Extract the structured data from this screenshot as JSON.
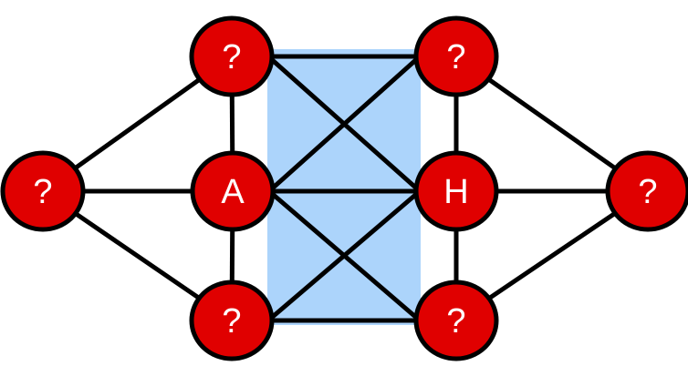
{
  "diagram": {
    "nodes": [
      {
        "id": "left",
        "label": "?"
      },
      {
        "id": "top-left",
        "label": "?"
      },
      {
        "id": "a",
        "label": "A"
      },
      {
        "id": "bottom-left",
        "label": "?"
      },
      {
        "id": "top-right",
        "label": "?"
      },
      {
        "id": "h",
        "label": "H"
      },
      {
        "id": "bottom-right",
        "label": "?"
      },
      {
        "id": "right",
        "label": "?"
      }
    ],
    "edges": [
      [
        "left",
        "top-left"
      ],
      [
        "left",
        "a"
      ],
      [
        "left",
        "bottom-left"
      ],
      [
        "top-left",
        "a"
      ],
      [
        "a",
        "bottom-left"
      ],
      [
        "top-left",
        "top-right"
      ],
      [
        "bottom-left",
        "bottom-right"
      ],
      [
        "a",
        "h"
      ],
      [
        "top-left",
        "h"
      ],
      [
        "a",
        "top-right"
      ],
      [
        "a",
        "bottom-right"
      ],
      [
        "bottom-left",
        "h"
      ],
      [
        "top-right",
        "h"
      ],
      [
        "h",
        "bottom-right"
      ],
      [
        "top-right",
        "right"
      ],
      [
        "h",
        "right"
      ],
      [
        "bottom-right",
        "right"
      ]
    ],
    "colors": {
      "node_fill": "#e00000",
      "highlight": "#acd4fb",
      "stroke": "#000000"
    }
  }
}
